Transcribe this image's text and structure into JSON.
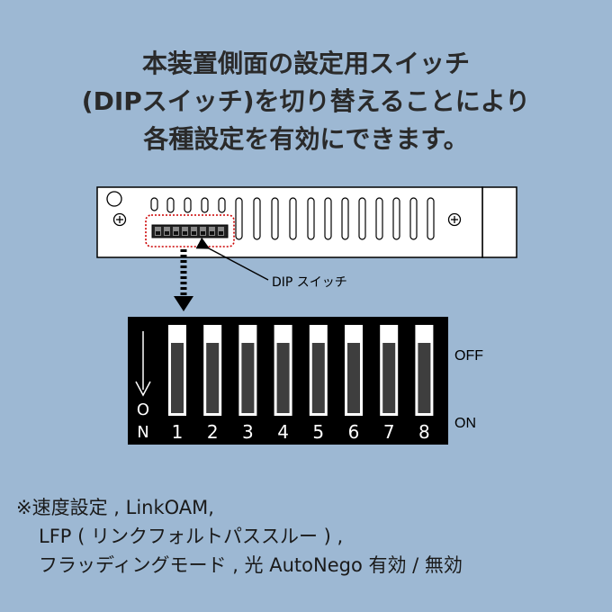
{
  "title": {
    "line1": "本装置側面の設定用スイッチ",
    "line2": "(DIPスイッチ)を切り替えることにより",
    "line3": "各種設定を有効にできます。"
  },
  "callout_label": "DIP スイッチ",
  "switch_panel": {
    "off_label": "OFF",
    "on_label": "ON",
    "on_vertical_o": "O",
    "on_vertical_n": "N",
    "switch_numbers": [
      "1",
      "2",
      "3",
      "4",
      "5",
      "6",
      "7",
      "8"
    ],
    "switch_states": [
      "on",
      "on",
      "on",
      "on",
      "on",
      "on",
      "on",
      "on"
    ]
  },
  "note": {
    "line1": "※速度設定 , LinkOAM,",
    "line2": "LFP ( リンクフォルトパススルー ) ,",
    "line3": "フラッディングモード , 光 AutoNego 有効 / 無効"
  },
  "colors": {
    "background": "#9db8d3",
    "device_fill": "#ffffff",
    "highlight_dotted": "#cc0000",
    "panel": "#000000"
  }
}
